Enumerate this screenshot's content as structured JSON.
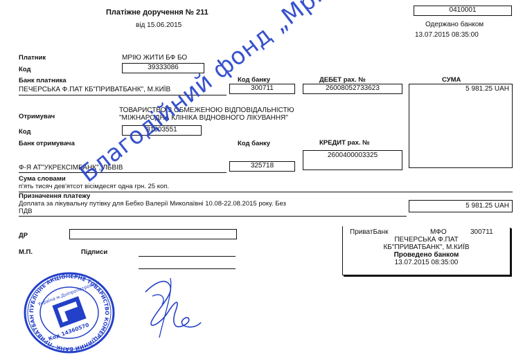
{
  "header": {
    "title": "Платіжне доручення  № 211",
    "date": "від 15.06.2015",
    "form_code": "0410001",
    "received_label": "Одержано банком",
    "received_datetime": "13.07.2015 08:35:00"
  },
  "payer": {
    "label": "Платник",
    "name": "МРІЮ ЖИТИ БФ БО",
    "code_label": "Код",
    "code": "39333086",
    "bank_label": "Банк платника",
    "bank_name": "ПЕЧЕРСЬКА Ф.ПАТ КБ\"ПРИВАТБАНК\", М.КИЇВ",
    "bank_code_label": "Код банку",
    "bank_code": "300711",
    "debit_label": "ДЕБЕТ рах. №",
    "debit_account": "26008052733623",
    "sum_label": "СУМА",
    "sum": "5 981.25 UAH"
  },
  "recipient": {
    "label": "Отримувач",
    "name_line1": "ТОВАРИСТВО З ОБМЕЖЕНОЮ ВІДПОВІДАЛЬНІСТЮ",
    "name_line2": "\"МІЖНАРОДНА КЛІНІКА ВІДНОВНОГО ЛІКУВАННЯ\"",
    "code_label": "Код",
    "code": "31003551",
    "bank_label": "Банк отримувача",
    "bank_code_label": "Код банку",
    "credit_label": "КРЕДИТ рах. №",
    "credit_account": "2600400003325",
    "bank_name": "Ф-Я АТ\"УКРЕКСІМБАНК\", ЛЬВІВ",
    "bank_code": "325718"
  },
  "amount_words": {
    "label": "Сума словами",
    "text": "п'ять тисяч дев'ятсот вісімдесят одна грн. 25 коп."
  },
  "purpose": {
    "label": "Призначення платежу",
    "line1": "Доплата за лікувальну путівку для Бебко Валерії Миколаївні 10.08-22.08.2015 року. Без",
    "line2": "ПДВ",
    "sum": "5 981.25 UAH"
  },
  "footer": {
    "dr_label": "ДР",
    "mp_label": "М.П.",
    "signatures_label": "Підписи"
  },
  "bank_stamp": {
    "line1_bank": "ПриватБанк",
    "line1_mfo_label": "МФО",
    "line1_mfo": "300711",
    "line2": "ПЕЧЕРСЬКА Ф.ПАТ",
    "line3": "КБ\"ПРИВАТБАНК\", М.КИЇВ",
    "line4": "Проведено банком",
    "line5": "13.07.2015 08:35:00"
  },
  "watermark": {
    "text": "Благодійний фонд „Мрію жити\""
  },
  "seal": {
    "ring_text": "ПУБЛІЧНЕ АКЦІОНЕРНЕ ТОВАРИСТВО КОМЕРЦІЙНИЙ БАНК \"ПРИВАТБАНК\"",
    "city": "Україна м.Дніпропетровськ",
    "code": "Код 14360570"
  },
  "colors": {
    "stamp_blue": "#2340c8",
    "ink": "#111111"
  }
}
